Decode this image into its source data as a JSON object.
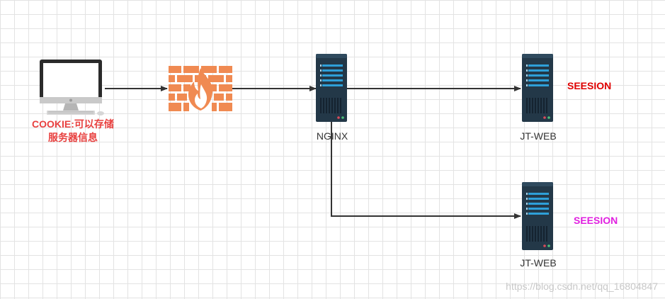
{
  "nodes": {
    "client": {
      "label_line1": "COOKIE:可以存储",
      "label_line2": "服务器信息",
      "icon": "desktop-computer-icon"
    },
    "firewall": {
      "icon": "firewall-icon"
    },
    "nginx": {
      "label": "NGINX",
      "icon": "server-icon"
    },
    "web1": {
      "label": "JT-WEB",
      "session_label": "SEESION",
      "icon": "server-icon"
    },
    "web2": {
      "label": "JT-WEB",
      "session_label": "SEESION",
      "icon": "server-icon"
    }
  },
  "watermark": "https://blog.csdn.net/qq_16804847",
  "colors": {
    "client_label": "#e8403f",
    "session1": "#e00000",
    "session2": "#e020e0",
    "firewall": "#f08a52",
    "server_body": "#233848",
    "connector": "#333333"
  }
}
